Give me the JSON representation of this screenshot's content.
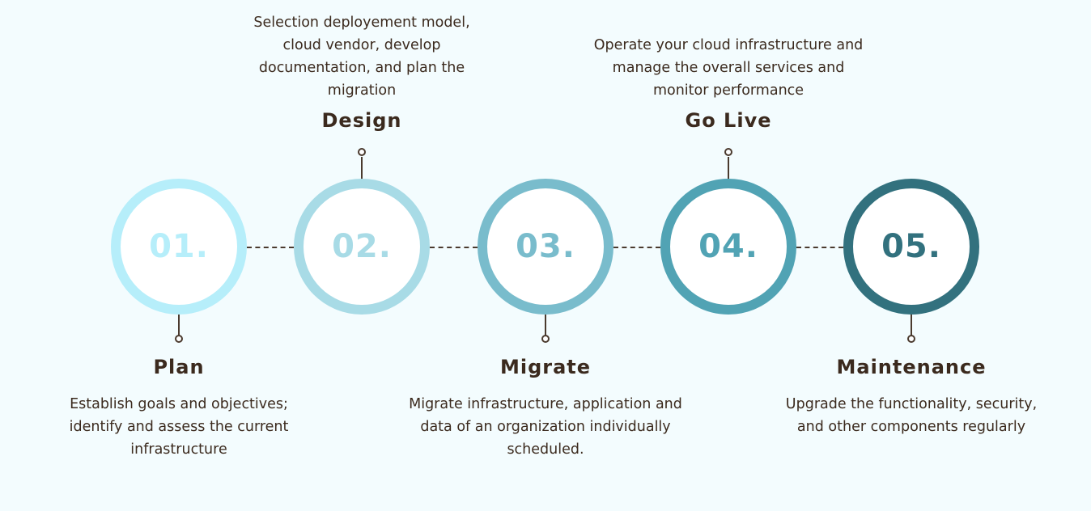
{
  "steps": [
    {
      "number": "01.",
      "title": "Plan",
      "description": "Establish goals and objectives; identify and assess the current infrastructure",
      "color": "#b6eefa",
      "position": "below"
    },
    {
      "number": "02.",
      "title": "Design",
      "description": "Selection deployement model, cloud vendor, develop documentation, and plan the migration",
      "color": "#a8dbe6",
      "position": "above"
    },
    {
      "number": "03.",
      "title": "Migrate",
      "description": "Migrate infrastructure, application and data of an organization individually scheduled.",
      "color": "#79bccc",
      "position": "below"
    },
    {
      "number": "04.",
      "title": "Go Live",
      "description": "Operate your cloud infrastructure and manage the overall services and monitor performance",
      "color": "#51a3b4",
      "position": "above"
    },
    {
      "number": "05.",
      "title": "Maintenance",
      "description": "Upgrade the functionality, security, and other components regularly",
      "color": "#32717e",
      "position": "below"
    }
  ]
}
